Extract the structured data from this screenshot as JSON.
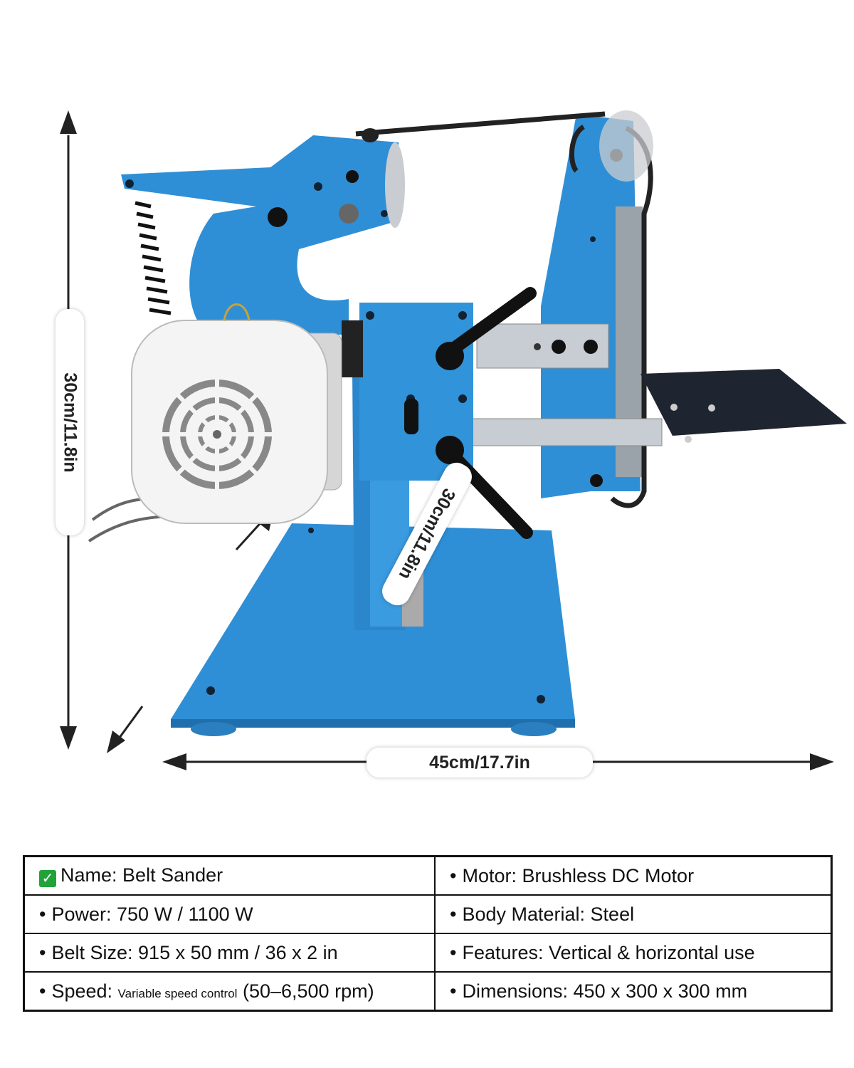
{
  "dimensions": {
    "height": "30cm/11.8in",
    "depth": "30cm/11.8in",
    "width": "45cm/17.7in"
  },
  "colors": {
    "machine_body": "#2e8fd4",
    "motor_housing": "#f2f2f2",
    "belt": "#222222",
    "arrow": "#222222"
  },
  "specs": {
    "name_label": "Name:",
    "name_value": "Belt Sander",
    "motor_label": "Motor:",
    "motor_value": "Brushless DC Motor",
    "power_label": "Power:",
    "power_value": "750 W / 1100 W",
    "material_label": "Body Material:",
    "material_value": "Steel",
    "belt_label": "Belt Size:",
    "belt_value": "915 x 50 mm / 36 x 2 in",
    "features_label": "Features:",
    "features_value": "Vertical & horizontal use",
    "speed_label": "Speed:",
    "speed_note": "Variable speed control",
    "speed_value": "(50–6,500 rpm)",
    "dimensions_label": "Dimensions:",
    "dimensions_value": "450 x 300 x 300 mm"
  },
  "icons": {
    "check": "check-icon",
    "bullet": "bullet-icon"
  }
}
